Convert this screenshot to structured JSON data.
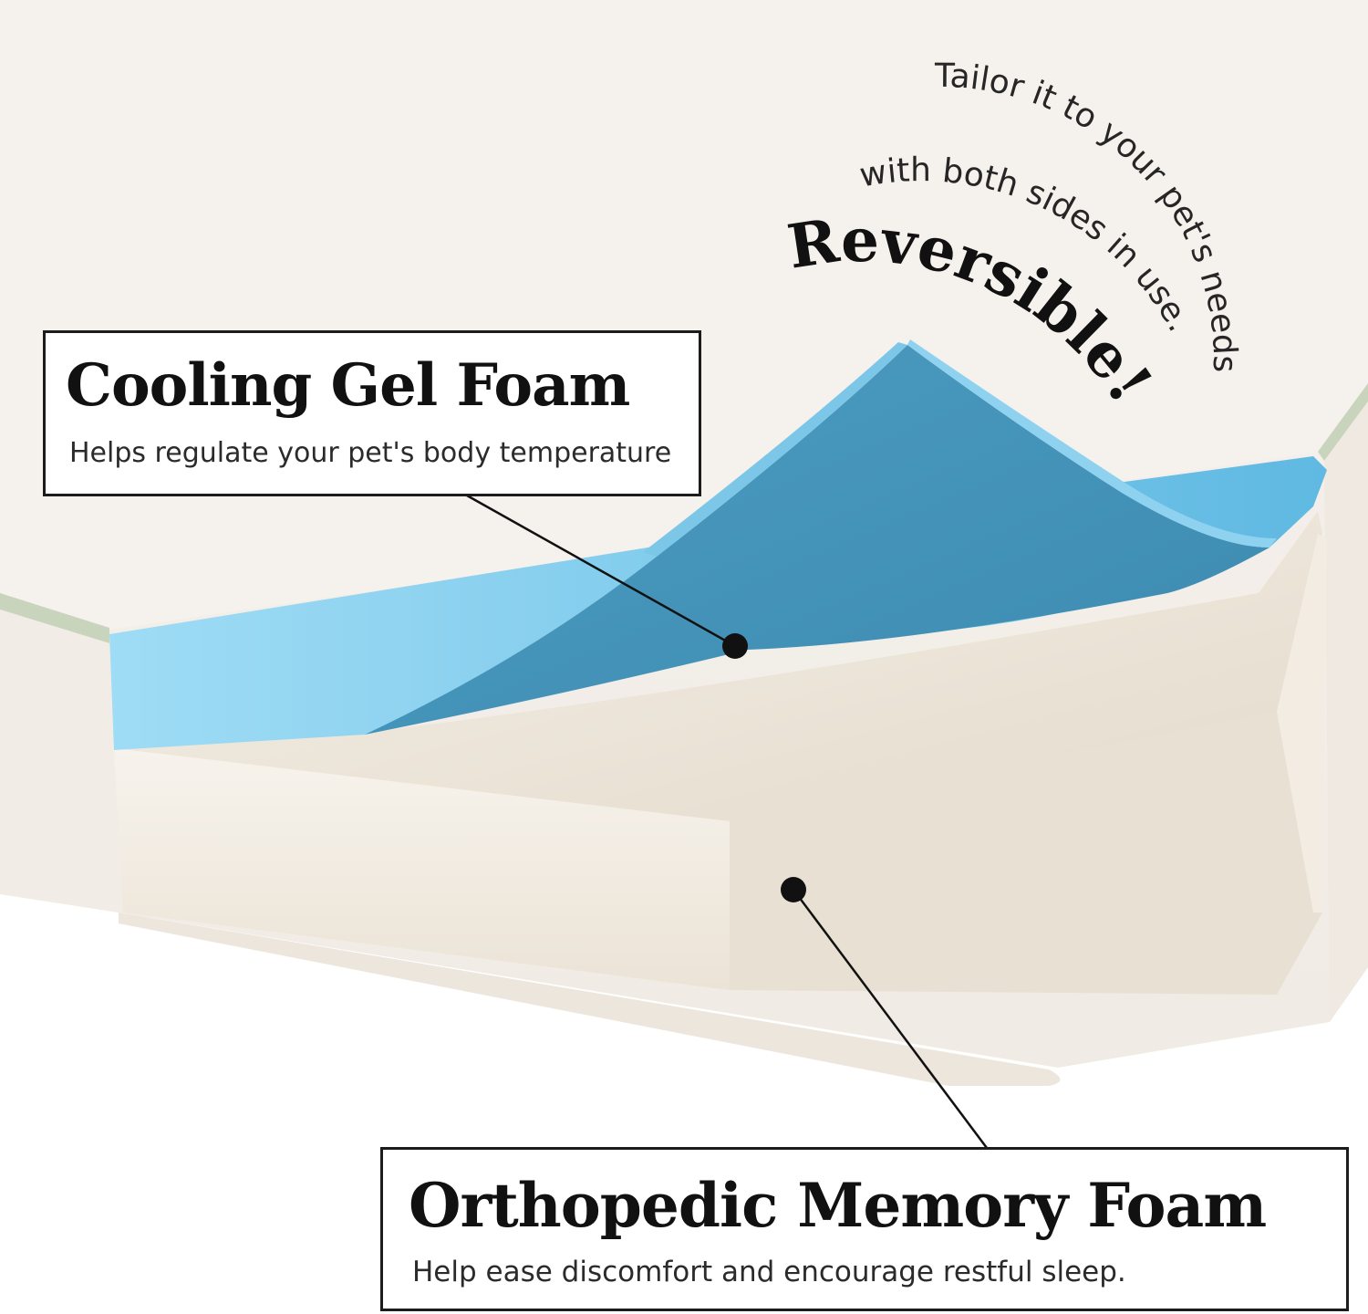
{
  "reversible_badge": {
    "line1": "Tailor it to your pet's needs",
    "line2": "with both sides in use.",
    "headline": "Reversible!"
  },
  "gel_callout": {
    "title": "Cooling Gel Foam",
    "subtitle": "Helps regulate your pet's body temperature"
  },
  "ortho_callout": {
    "title": "Orthopedic Memory Foam",
    "subtitle": "Help ease discomfort and encourage restful sleep."
  },
  "colors": {
    "background": "#f4f0eb",
    "gel_blue": "#5bb4dd",
    "memory_foam": "#efe8dc",
    "trim_green": "#c9d4bd",
    "outline": "#1c1c1c"
  }
}
